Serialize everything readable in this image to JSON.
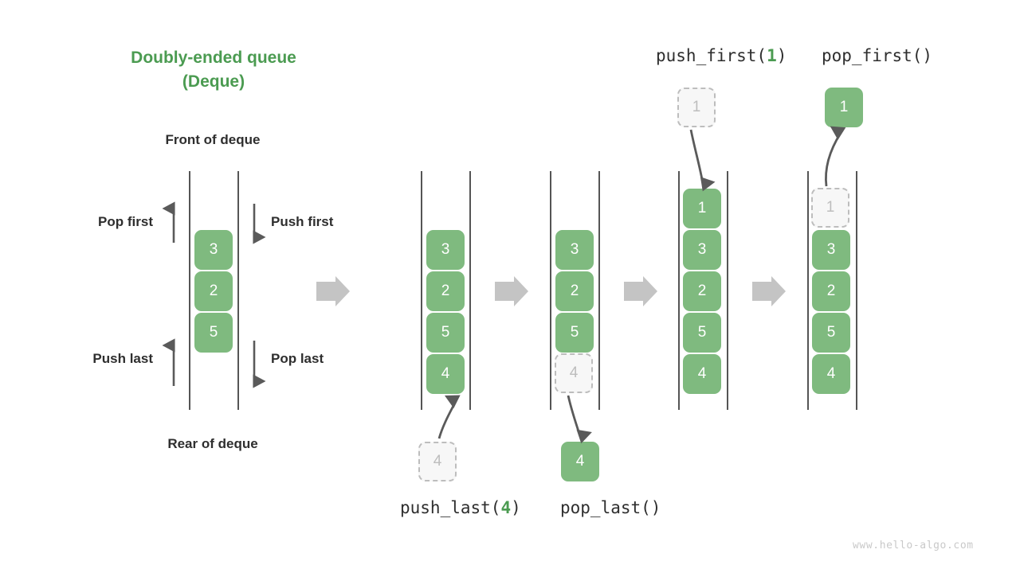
{
  "title": {
    "line1": "Doubly-ended queue",
    "line2": "(Deque)"
  },
  "labels": {
    "front": "Front of deque",
    "rear": "Rear of deque",
    "pop_first": "Pop first",
    "push_first": "Push first",
    "push_last": "Push last",
    "pop_last": "Pop last"
  },
  "operations": {
    "push_first": {
      "name": "push_first(",
      "arg": "1",
      "close": ")"
    },
    "pop_first": {
      "name": "pop_first()",
      "arg": "",
      "close": ""
    },
    "push_last": {
      "name": "push_last(",
      "arg": "4",
      "close": ")"
    },
    "pop_last": {
      "name": "pop_last()",
      "arg": "",
      "close": ""
    }
  },
  "colors": {
    "accent_green": "#4b9b51",
    "cell_green": "#7fba7f",
    "ghost_gray": "#bdbdbd",
    "rail_gray": "#555555",
    "flow_arrow_gray": "#c4c4c4",
    "text_dark": "#2e2e2e"
  },
  "panels": [
    {
      "id": "panel-initial",
      "name": "initial-deque",
      "cells": [
        {
          "value": "3",
          "state": "solid"
        },
        {
          "value": "2",
          "state": "solid"
        },
        {
          "value": "5",
          "state": "solid"
        }
      ],
      "floating": []
    },
    {
      "id": "panel-push-last",
      "name": "after-push-last",
      "cells": [
        {
          "value": "3",
          "state": "solid"
        },
        {
          "value": "2",
          "state": "solid"
        },
        {
          "value": "5",
          "state": "solid"
        },
        {
          "value": "4",
          "state": "solid"
        }
      ],
      "floating": [
        {
          "value": "4",
          "state": "ghost",
          "position": "below"
        }
      ]
    },
    {
      "id": "panel-pop-last",
      "name": "after-pop-last",
      "cells": [
        {
          "value": "3",
          "state": "solid"
        },
        {
          "value": "2",
          "state": "solid"
        },
        {
          "value": "5",
          "state": "solid"
        },
        {
          "value": "4",
          "state": "ghost"
        }
      ],
      "floating": [
        {
          "value": "4",
          "state": "solid",
          "position": "below"
        }
      ]
    },
    {
      "id": "panel-push-first",
      "name": "after-push-first",
      "cells": [
        {
          "value": "1",
          "state": "solid"
        },
        {
          "value": "3",
          "state": "solid"
        },
        {
          "value": "2",
          "state": "solid"
        },
        {
          "value": "5",
          "state": "solid"
        },
        {
          "value": "4",
          "state": "solid"
        }
      ],
      "floating": [
        {
          "value": "1",
          "state": "ghost",
          "position": "above"
        }
      ]
    },
    {
      "id": "panel-pop-first",
      "name": "after-pop-first",
      "cells": [
        {
          "value": "1",
          "state": "ghost"
        },
        {
          "value": "3",
          "state": "solid"
        },
        {
          "value": "2",
          "state": "solid"
        },
        {
          "value": "5",
          "state": "solid"
        },
        {
          "value": "4",
          "state": "solid"
        }
      ],
      "floating": [
        {
          "value": "1",
          "state": "solid",
          "position": "above"
        }
      ]
    }
  ],
  "footer": {
    "watermark": "www.hello-algo.com"
  }
}
